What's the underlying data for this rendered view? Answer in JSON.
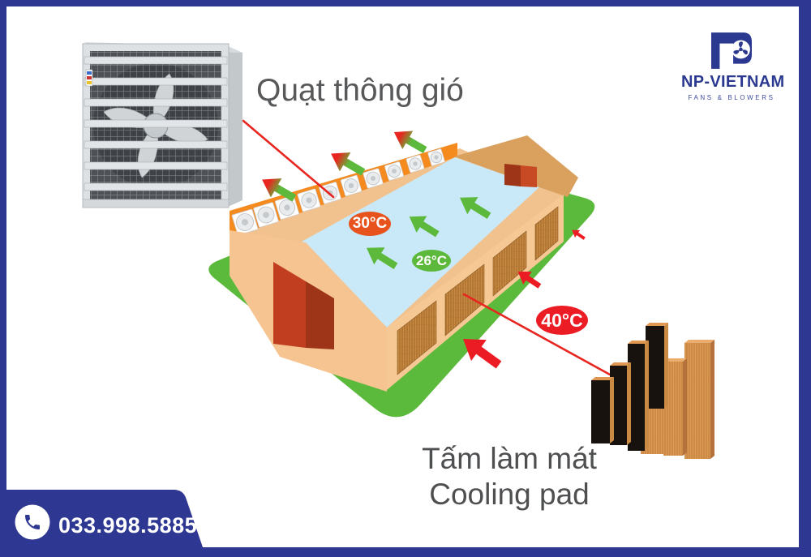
{
  "brand": {
    "name": "NP-VIETNAM",
    "tagline": "FANS & BLOWERS",
    "accent_color": "#2E3791"
  },
  "contact": {
    "phone": "033.998.5885"
  },
  "annotations": {
    "fan_label": "Quạt thông gió",
    "pad_label_vi": "Tấm làm mát",
    "pad_label_en": "Cooling pad"
  },
  "temperatures": {
    "inside_warm": {
      "text": "30°C",
      "color": "#E8531D"
    },
    "inside_cool": {
      "text": "26°C",
      "color": "#5CB93B"
    },
    "outside_hot": {
      "text": "40°C",
      "color": "#EC1C24"
    }
  },
  "diagram_colors": {
    "ground": "#5BBA3C",
    "floor": "#C9E9F8",
    "fan_wall_band": "#F58A1F",
    "walls": "#F6C994",
    "end_wall": "#D9A05E",
    "doors": [
      "#C23E21",
      "#9E3519"
    ],
    "cooling_pads": "#C98A44",
    "airflow_cool": "#5CB93B",
    "airflow_hot": "#EC1C24",
    "callout_line": "#E8251F"
  },
  "icons": {
    "logo_mark": "fan-blades-icon",
    "phone": "phone-handset-icon"
  }
}
